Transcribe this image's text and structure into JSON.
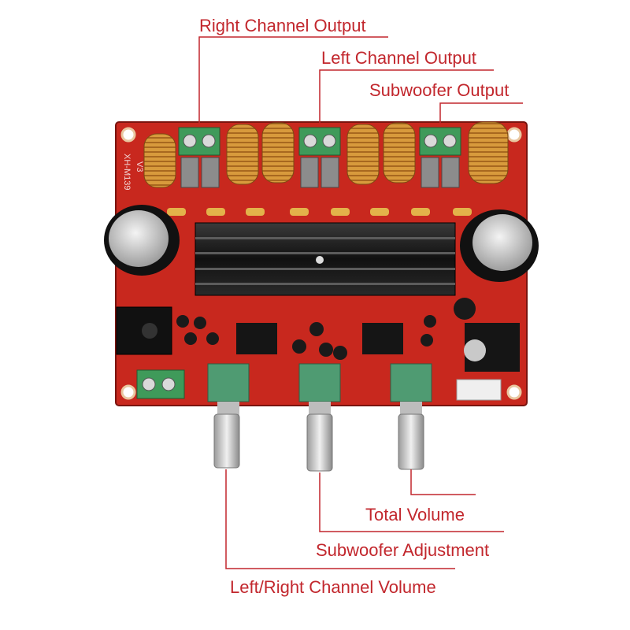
{
  "colors": {
    "label_text": "#c2272d",
    "leader_line": "#c2272d",
    "pcb": "#c8281e",
    "terminal_block": "#3f9a5a",
    "potentiometer": "#4f9b72",
    "heatsink": "#1b1b1b",
    "toroid_copper": "#d89a3c"
  },
  "board": {
    "silkscreen_model": "XH-M139",
    "silkscreen_version": "V3"
  },
  "callouts": {
    "right_channel_output": "Right Channel Output",
    "left_channel_output": "Left Channel Output",
    "subwoofer_output": "Subwoofer Output",
    "total_volume": "Total Volume",
    "subwoofer_adjustment": "Subwoofer Adjustment",
    "left_right_channel_volume": "Left/Right Channel Volume"
  }
}
